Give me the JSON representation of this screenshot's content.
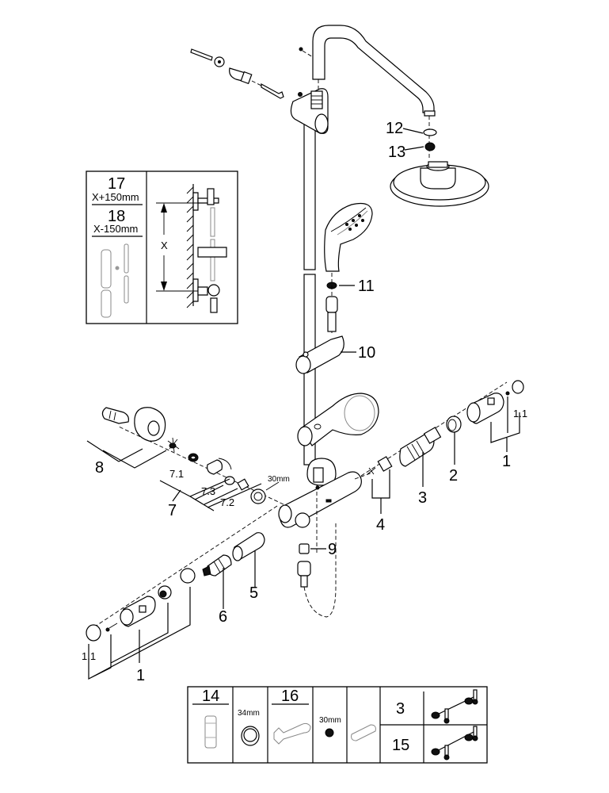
{
  "diagram": {
    "title": "Shower system exploded parts view",
    "callouts": {
      "c1_right": "1",
      "c1_1_right": "1.1",
      "c2": "2",
      "c3": "3",
      "c4": "4",
      "c5": "5",
      "c6": "6",
      "c7": "7",
      "c7_1": "7.1",
      "c7_2": "7.2",
      "c7_3": "7.3",
      "c8": "8",
      "c9": "9",
      "c10": "10",
      "c11": "11",
      "c12": "12",
      "c13": "13",
      "c1_left": "1",
      "c1_1_left": "1.1"
    },
    "dimension_labels": {
      "nut_size_main": "30mm"
    },
    "extension_box": {
      "part_a_number": "17",
      "part_a_spec": "X+150mm",
      "part_b_number": "18",
      "part_b_spec": "X-150mm",
      "distance_label": "X"
    },
    "tools_table": {
      "cells": [
        {
          "number": "14",
          "label": ""
        },
        {
          "number": "",
          "label": "34mm"
        },
        {
          "number": "16",
          "label": ""
        },
        {
          "number": "",
          "label": "30mm"
        },
        {
          "number": "",
          "label": ""
        }
      ],
      "right_rows": [
        {
          "number": "3"
        },
        {
          "number": "15"
        }
      ]
    }
  }
}
